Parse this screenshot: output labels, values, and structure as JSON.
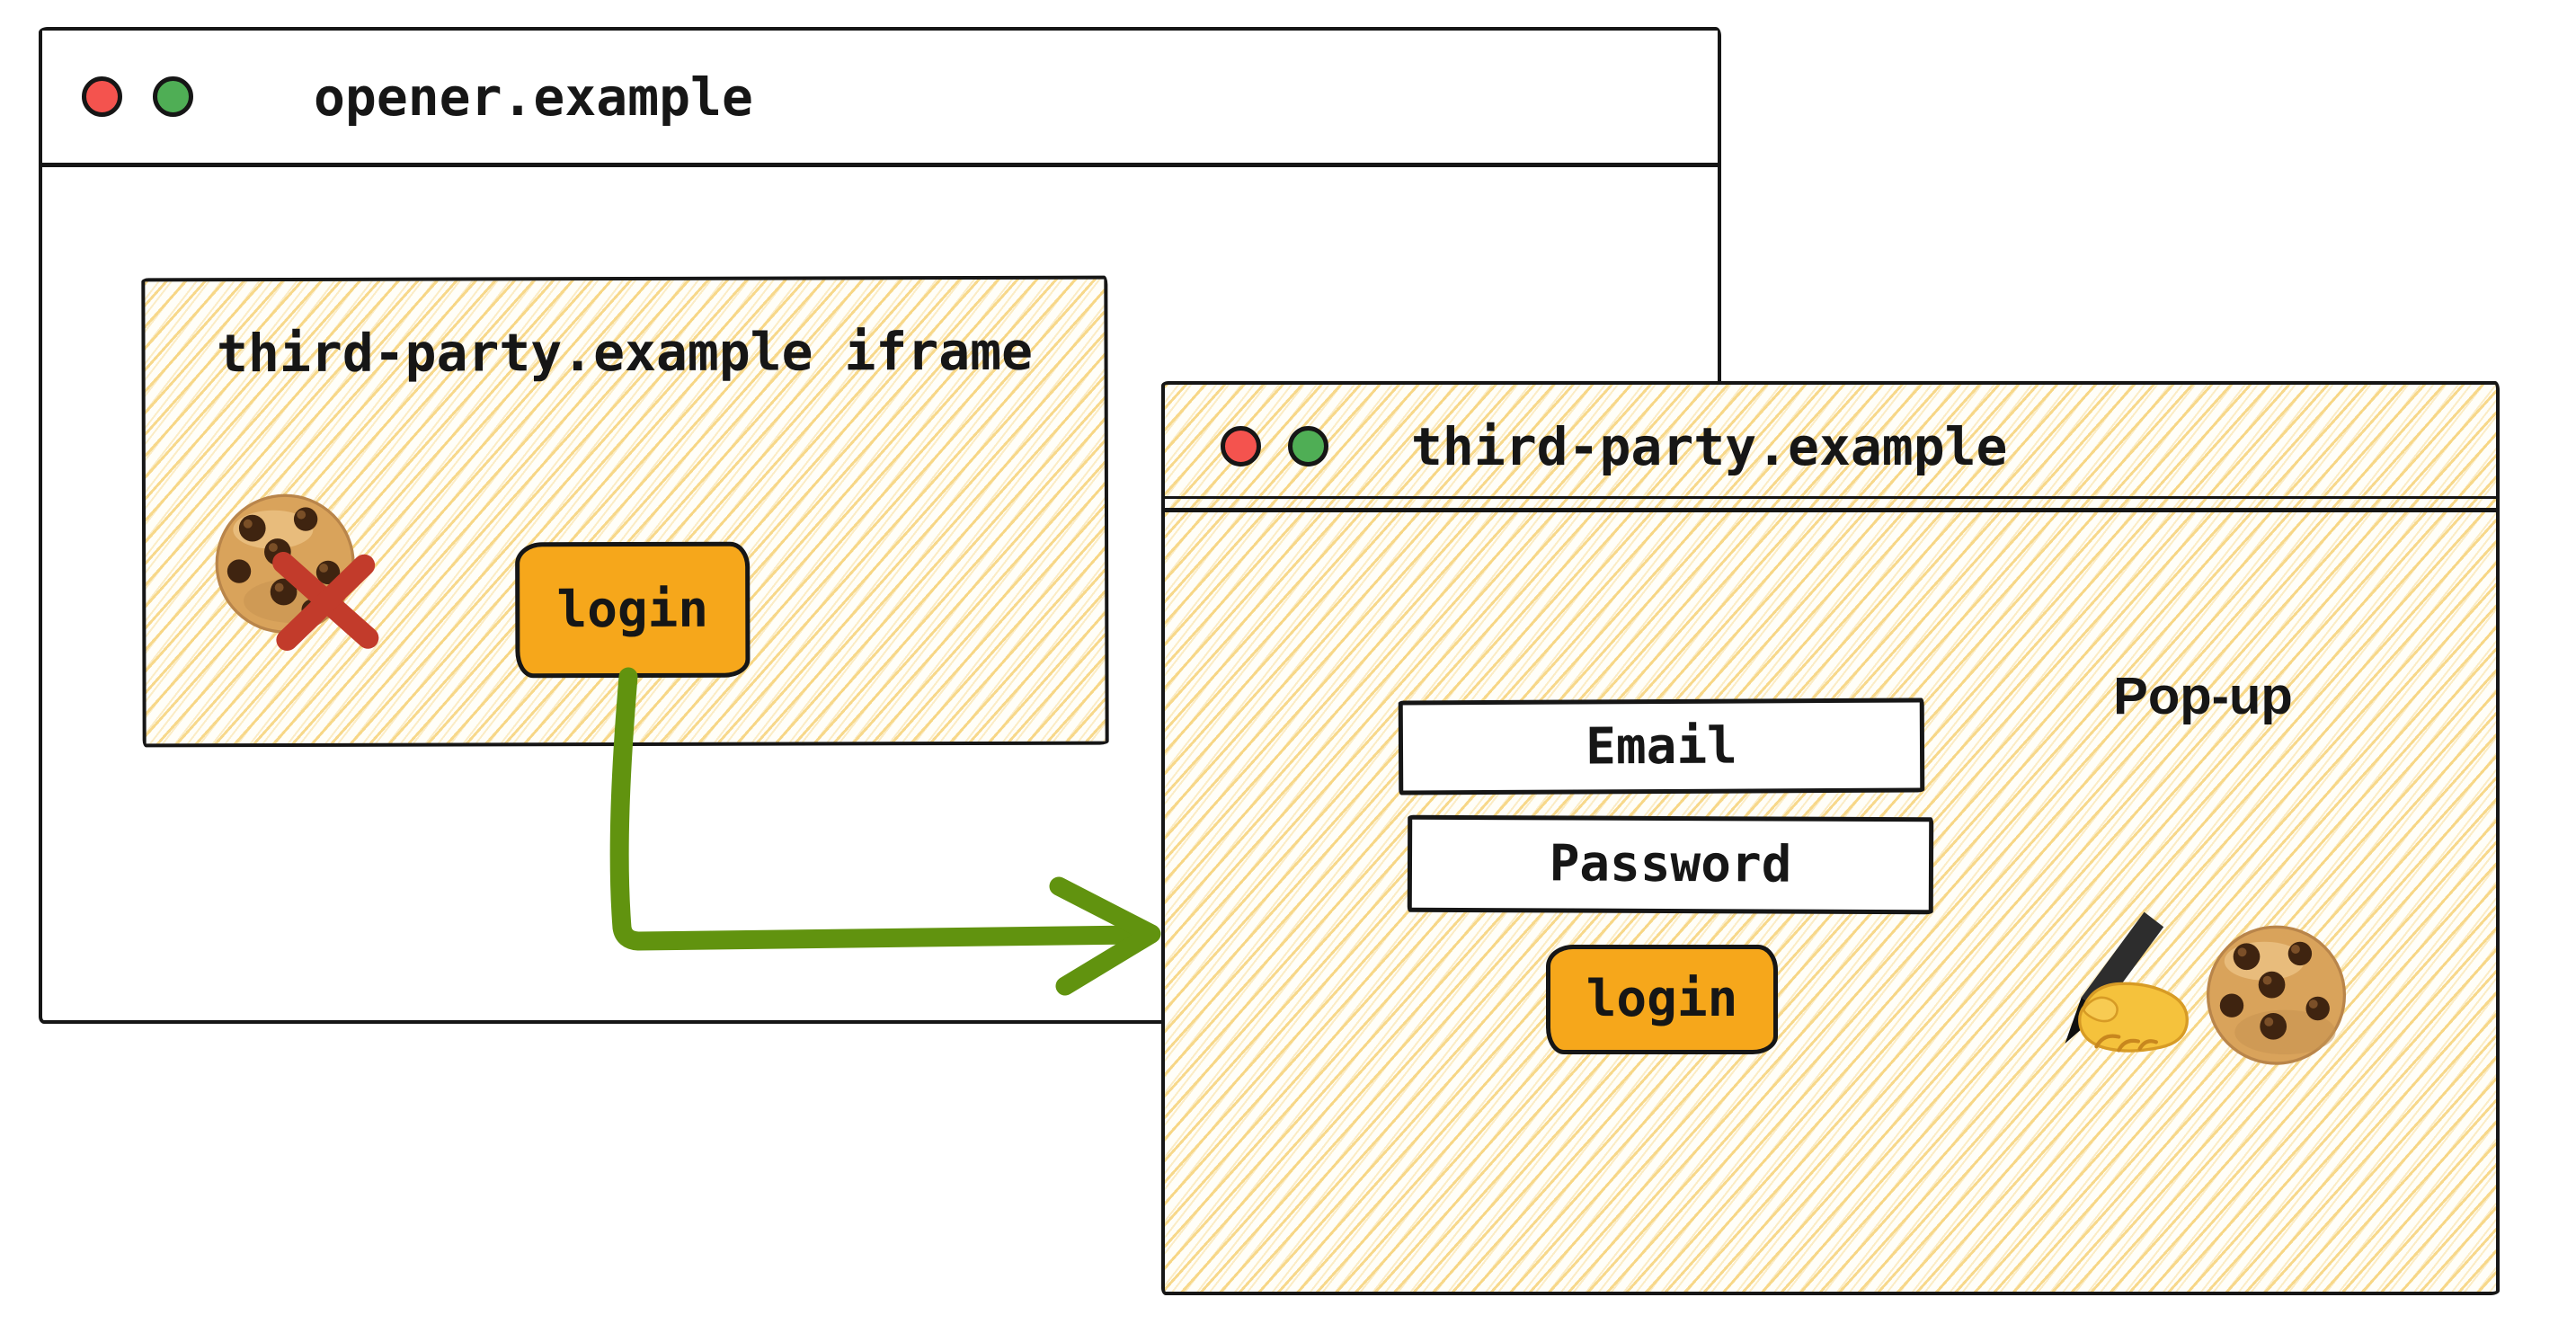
{
  "opener_window": {
    "title": "opener.example",
    "iframe": {
      "label": "third-party.example iframe",
      "login_button_label": "login"
    }
  },
  "popup_window": {
    "title": "third-party.example",
    "popup_label": "Pop-up",
    "email_field_label": "Email",
    "password_field_label": "Password",
    "login_button_label": "login"
  },
  "icons": {
    "opener_controls": [
      "traffic-light-red-icon",
      "traffic-light-green-icon"
    ],
    "popup_controls": [
      "traffic-light-red-icon",
      "traffic-light-green-icon"
    ],
    "blocked_cookie": [
      "cookie-icon",
      "cross-mark-icon"
    ],
    "popup_decorations": [
      "writing-hand-icon",
      "cookie-icon"
    ],
    "flow": "green-elbow-arrow-icon"
  },
  "colors": {
    "ink": "#161616",
    "accent_orange": "#f6a71b",
    "arrow_green": "#61930f",
    "cross_red": "#c23b2b",
    "traffic_red": "#f4534e",
    "traffic_green": "#4fae55",
    "hatch_gold": "#f6d493",
    "paper": "#ffffff"
  }
}
